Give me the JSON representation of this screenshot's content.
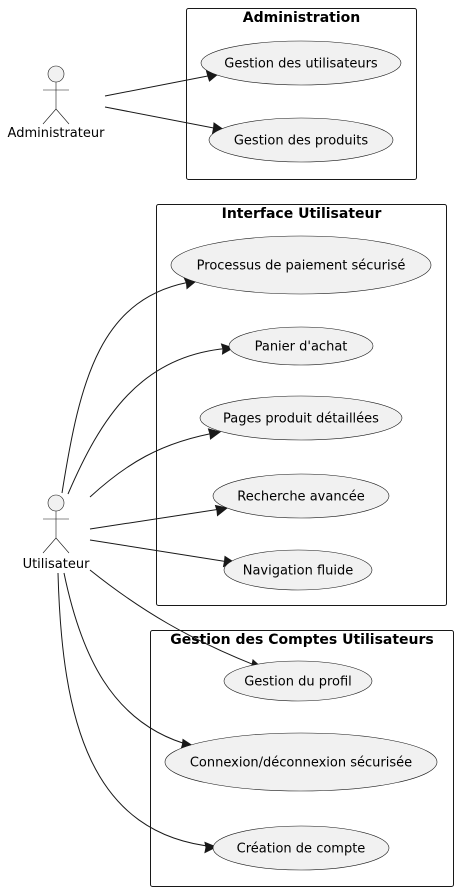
{
  "packages": [
    {
      "id": "admin",
      "title": "Administration"
    },
    {
      "id": "ui",
      "title": "Interface Utilisateur"
    },
    {
      "id": "accounts",
      "title": "Gestion des Comptes Utilisateurs"
    }
  ],
  "actors": [
    {
      "id": "administrateur",
      "label": "Administrateur"
    },
    {
      "id": "utilisateur",
      "label": "Utilisateur"
    }
  ],
  "use_cases": [
    {
      "id": "gestion-utilisateurs",
      "label": "Gestion des utilisateurs",
      "package": "admin"
    },
    {
      "id": "gestion-produits",
      "label": "Gestion des produits",
      "package": "admin"
    },
    {
      "id": "paiement",
      "label": "Processus de paiement sécurisé",
      "package": "ui"
    },
    {
      "id": "panier",
      "label": "Panier d'achat",
      "package": "ui"
    },
    {
      "id": "pages-produit",
      "label": "Pages produit détaillées",
      "package": "ui"
    },
    {
      "id": "recherche",
      "label": "Recherche avancée",
      "package": "ui"
    },
    {
      "id": "navigation",
      "label": "Navigation fluide",
      "package": "ui"
    },
    {
      "id": "profil",
      "label": "Gestion du profil",
      "package": "accounts"
    },
    {
      "id": "connexion",
      "label": "Connexion/déconnexion sécurisée",
      "package": "accounts"
    },
    {
      "id": "creation-compte",
      "label": "Création de compte",
      "package": "accounts"
    }
  ],
  "links": [
    {
      "from": "administrateur",
      "to": "gestion-utilisateurs"
    },
    {
      "from": "administrateur",
      "to": "gestion-produits"
    },
    {
      "from": "utilisateur",
      "to": "paiement"
    },
    {
      "from": "utilisateur",
      "to": "panier"
    },
    {
      "from": "utilisateur",
      "to": "pages-produit"
    },
    {
      "from": "utilisateur",
      "to": "recherche"
    },
    {
      "from": "utilisateur",
      "to": "navigation"
    },
    {
      "from": "utilisateur",
      "to": "profil"
    },
    {
      "from": "utilisateur",
      "to": "connexion"
    },
    {
      "from": "utilisateur",
      "to": "creation-compte"
    }
  ]
}
